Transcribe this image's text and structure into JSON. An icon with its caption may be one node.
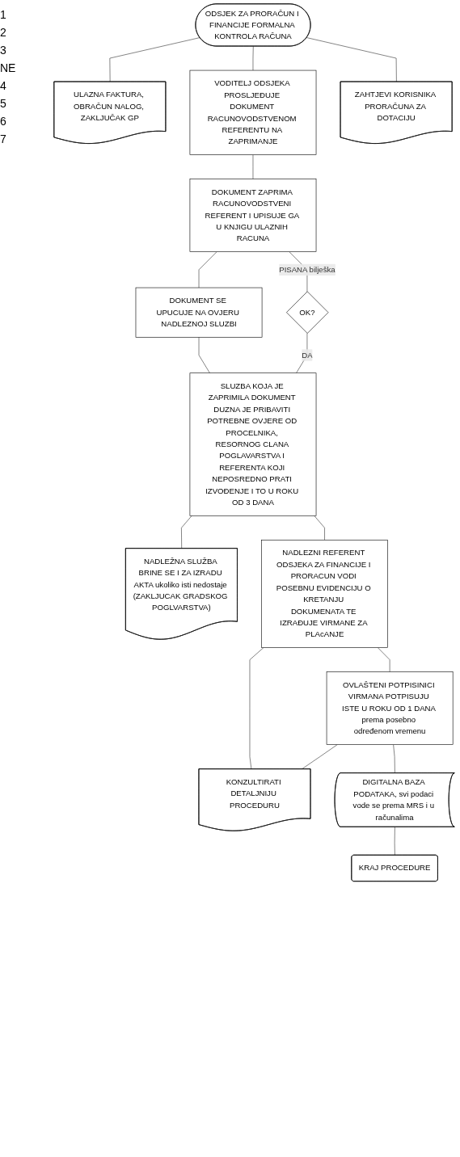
{
  "diagram": {
    "nodes": [
      {
        "text": [
          "ODSJEK ZA PRORAČUN I FINANCIJE FORMALNA KONTROLA RAČUNA"
        ]
      },
      {
        "text": [
          "ULAZNA FAKTURA, OBRAČUN NALOG, ZAKLJUČAK GP"
        ]
      },
      {
        "text": [
          "VODITELJ ODSJEKA PROSLJEĐUJE DOKUMENT RACUNOVODSTVENOM REFERENTU NA ZAPRIMANJE"
        ]
      },
      {
        "text": [
          "ZAHTJEVI KORISNIKA PRORAČUNA ZA DOTACIJU"
        ]
      },
      {
        "text": [
          "DOKUMENT ZAPRIMA RACUNOVODSTVENI REFERENT I UPISUJE GA U KNJIGU ULAZNIH RACUNA"
        ]
      },
      {
        "text": [
          "DOKUMENT SE UPUCUJE NA OVJERU NADLEZNOJ SLUZBI"
        ]
      },
      {
        "text": [
          "OK?"
        ]
      },
      {
        "text": [
          "SLUZBA KOJA JE ZAPRIMILA DOKUMENT DUZNA JE PRIBAVITI POTREBNE OVJERE OD PROCELNIKA, RESORNOG CLANA POGLAVARSTVA I REFERENTA KOJI NEPOSREDNO PRATI IZVOĐENJE I TO U ROKU OD 3 DANA"
        ]
      },
      {
        "text": [
          "NADLEŽNA SLUŽBA BRINE SE I ZA IZRADU AKTA ukoliko isti nedostaje (ZAKLJUCAK GRADSKOG POGLVARSTVA)"
        ]
      },
      {
        "text": [
          "NADLEZNI REFERENT ODSJEKA ZA FINANCIJE I PRORACUN VODI POSEBNU EVIDENCIJU O KRETANJU DOKUMENATA TE IZRAĐUJE VIRMANE ZA PLAcANJE"
        ]
      },
      {
        "text": [
          "OVLAŠTENI POTPISINICI VIRMANA POTPISUJU ISTE U ROKU OD 1 DANA prema posebno određenom vremenu"
        ]
      },
      {
        "text": [
          "KONZULTIRATI DETALJNIJU PROCEDURU"
        ]
      },
      {
        "text": [
          "DIGITALNA BAZA PODATAKA, svi podaci vode se prema MRS i u računalima"
        ]
      },
      {
        "text": [
          "KRAJ PROCEDURE"
        ]
      }
    ],
    "edges": [
      {
        "from": 0,
        "to": 2,
        "arrow": "none"
      },
      {
        "from": 0,
        "to": 1,
        "arrow": "none"
      },
      {
        "from": 0,
        "to": 3,
        "arrow": "none"
      },
      {
        "from": 2,
        "to": 4,
        "arrow": "none"
      },
      {
        "from": 4,
        "to": 5,
        "arrow": "none"
      },
      {
        "from": 4,
        "to": 6,
        "arrow": "none",
        "label": "PISANA bilješka"
      },
      {
        "from": 5,
        "to": 7,
        "arrow": "none"
      },
      {
        "from": 6,
        "to": 7,
        "arrow": "none",
        "label": "DA"
      },
      {
        "from": 7,
        "to": 8,
        "arrow": "none"
      },
      {
        "from": 7,
        "to": 9,
        "arrow": "none"
      },
      {
        "from": 9,
        "to": 11,
        "arrow": "none"
      },
      {
        "from": 9,
        "to": 10,
        "arrow": "none"
      },
      {
        "from": 10,
        "to": 11,
        "arrow": "none"
      },
      {
        "from": 10,
        "to": 12,
        "arrow": "none"
      },
      {
        "from": 12,
        "to": 13,
        "arrow": "none"
      }
    ],
    "labels": [
      "1",
      "2",
      "3",
      "NE",
      "4",
      "5",
      "6",
      "7"
    ]
  }
}
